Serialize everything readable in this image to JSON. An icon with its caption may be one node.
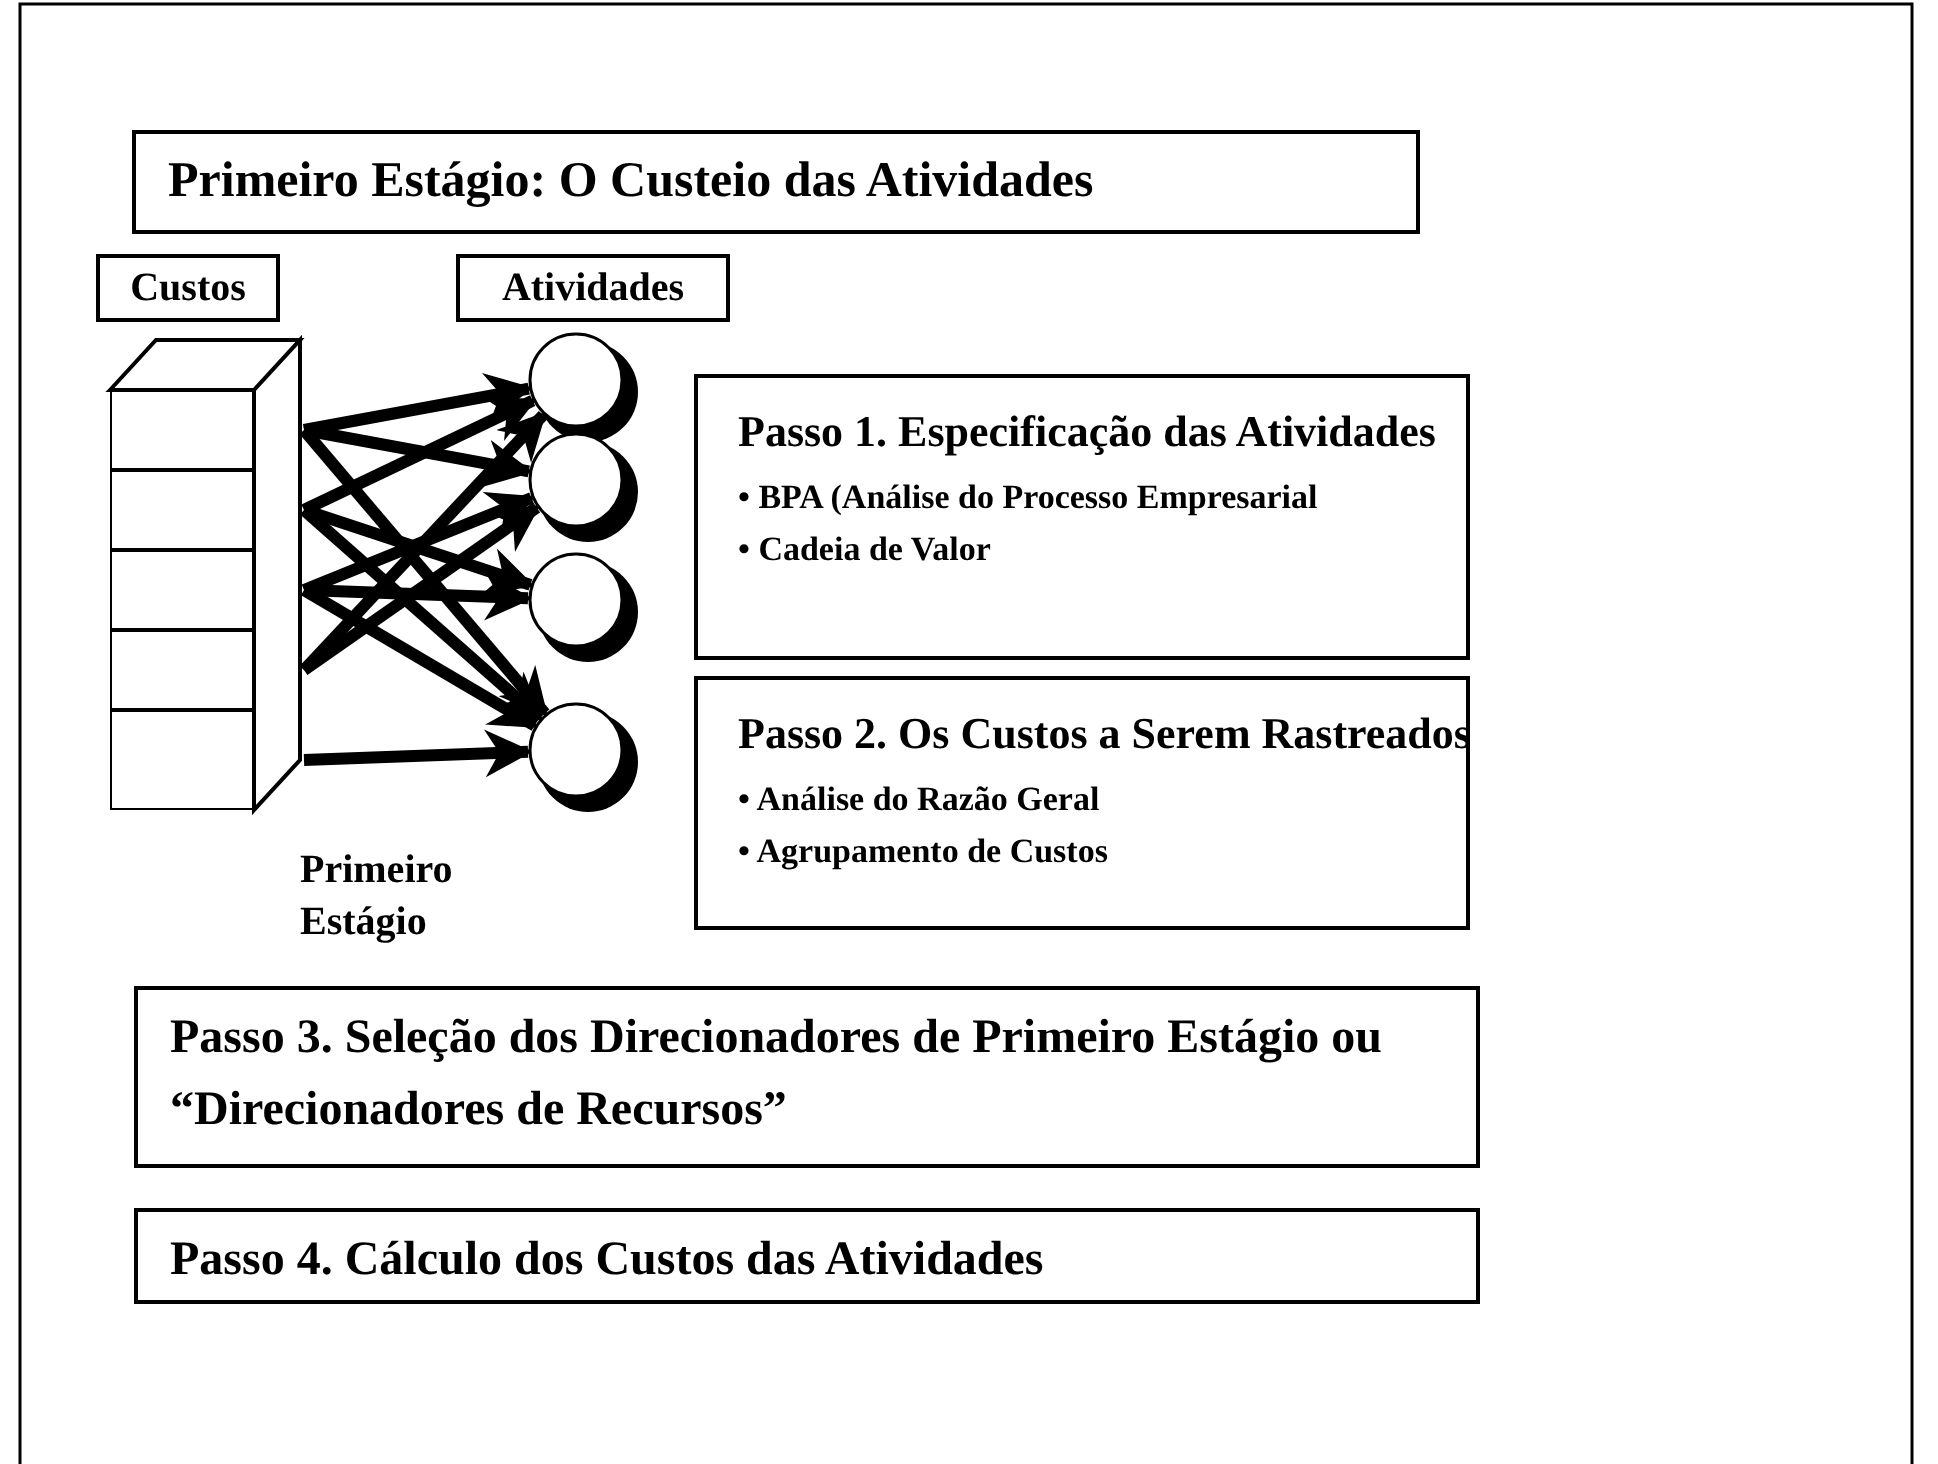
{
  "diagram": {
    "nodes": [
      {
        "text": [
          "Primeiro Estágio: O Custeio das Atividades"
        ]
      },
      {
        "text": [
          "Custos"
        ]
      },
      {
        "text": [
          "Atividades"
        ]
      },
      {
        "text": [],
        "shape": "box"
      },
      {
        "text": [],
        "shape": "box"
      },
      {
        "text": [],
        "shape": "box"
      },
      {
        "text": [],
        "shape": "box"
      },
      {
        "text": [],
        "shape": "box"
      },
      {
        "text": [],
        "shape": "circle"
      },
      {
        "text": [],
        "shape": "circle"
      },
      {
        "text": [],
        "shape": "circle"
      },
      {
        "text": [],
        "shape": "circle"
      },
      {
        "text": [
          "Passo 1. Especificação das Atividades",
          "• BPA (Análise do Processo Empresarial",
          "• Cadeia de Valor"
        ]
      },
      {
        "text": [
          "Passo 2. Os Custos a Serem Rastreados",
          "• Análise do Razão Geral",
          "• Agrupamento de Custos"
        ]
      },
      {
        "text": [
          "Passo 3.  Seleção dos Direcionadores de Primeiro Estágio ou “Direcionadores de Recursos”"
        ]
      },
      {
        "text": [
          "Passo 4.  Cálculo dos Custos das Atividades"
        ]
      }
    ],
    "edges": [
      {
        "from": 3,
        "to": 8,
        "arrow": "to"
      },
      {
        "from": 3,
        "to": 9,
        "arrow": "to"
      },
      {
        "from": 3,
        "to": 11,
        "arrow": "to"
      },
      {
        "from": 4,
        "to": 8,
        "arrow": "to"
      },
      {
        "from": 4,
        "to": 10,
        "arrow": "to"
      },
      {
        "from": 4,
        "to": 11,
        "arrow": "to"
      },
      {
        "from": 5,
        "to": 9,
        "arrow": "to"
      },
      {
        "from": 5,
        "to": 10,
        "arrow": "to"
      },
      {
        "from": 5,
        "to": 11,
        "arrow": "to"
      },
      {
        "from": 6,
        "to": 8,
        "arrow": "to"
      },
      {
        "from": 6,
        "to": 9,
        "arrow": "to"
      },
      {
        "from": 7,
        "to": 11,
        "arrow": "to"
      }
    ],
    "labels": [
      "Primeiro Estágio"
    ]
  }
}
